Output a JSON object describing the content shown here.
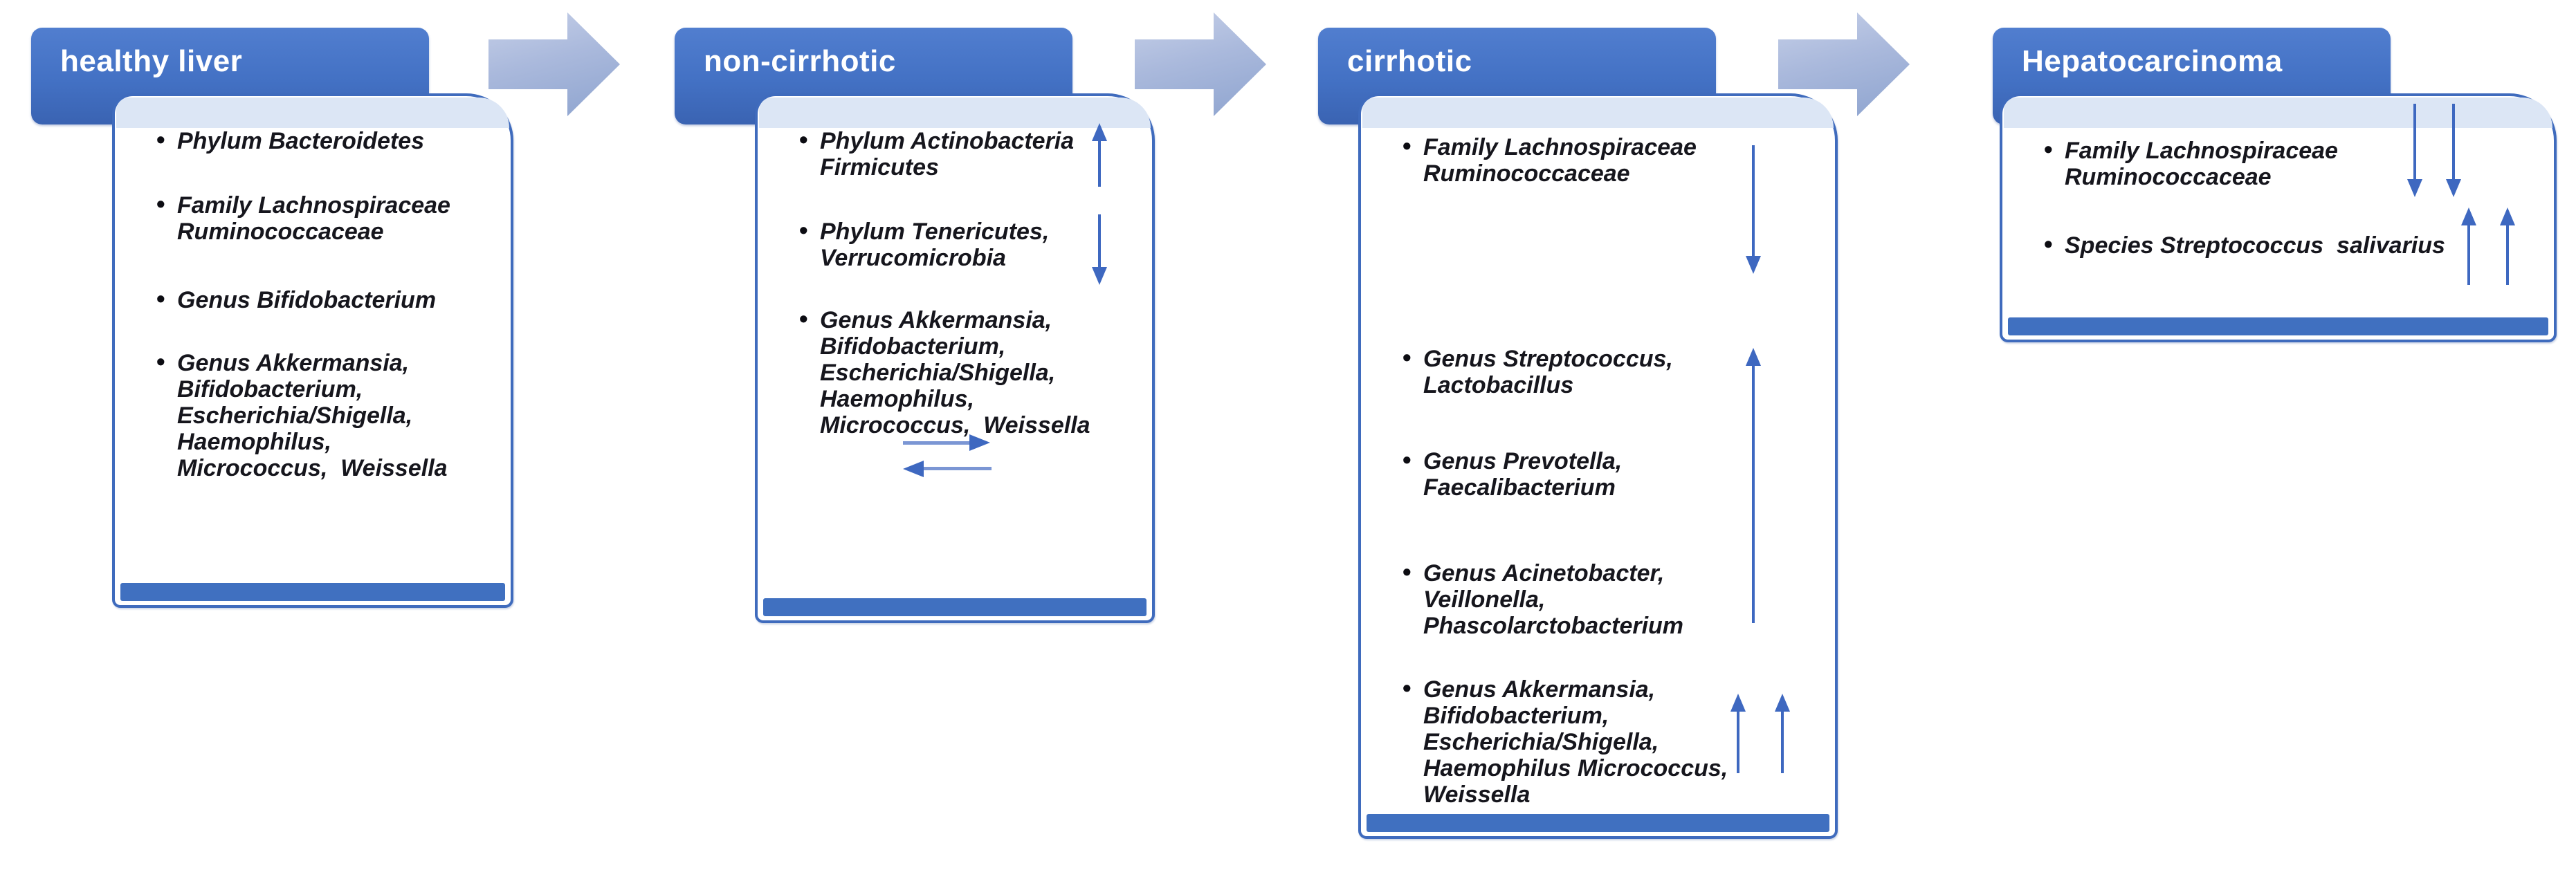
{
  "diagram": {
    "description_domain": "liver disease progression and gut microbiota changes",
    "background_color": "#ffffff",
    "accent_colors": {
      "header_blue": "#4371c4",
      "card_border_blue": "#3f6bbd",
      "card_tint_blue": "#dce6f5",
      "bottom_bar_blue": "#4070c0",
      "trend_arrow_blue": "#3e68c0",
      "connector_gray_blue": "#aab9dc",
      "bullet_text": "#16161d",
      "title_text": "#ffffff"
    }
  },
  "stages": [
    {
      "title": "healthy liver",
      "bullets": [
        {
          "text": "Phylum Bacteroidetes",
          "indicator": "none"
        },
        {
          "text": "Family Lachnospiraceae\nRuminococcaceae",
          "indicator": "none"
        },
        {
          "text": "Genus Bifidobacterium",
          "indicator": "none"
        },
        {
          "text": "Genus Akkermansia,\nBifidobacterium,\nEscherichia/Shigella,\nHaemophilus,\nMicrococcus,  Weissella",
          "indicator": "none"
        }
      ],
      "arrows": []
    },
    {
      "title": "non-cirrhotic",
      "bullets": [
        {
          "text": "Phylum Actinobacteria\nFirmicutes",
          "indicator": "increased"
        },
        {
          "text": "Phylum Tenericutes,\nVerrucomicrobia",
          "indicator": "decreased"
        },
        {
          "text": "Genus Akkermansia,\nBifidobacterium,\nEscherichia/Shigella,\nHaemophilus,\nMicrococcus,  Weissella",
          "indicator": "reversible"
        }
      ],
      "arrows": [
        {
          "icon": "up-arrow-icon",
          "meaning": "increased"
        },
        {
          "icon": "down-arrow-icon",
          "meaning": "decreased"
        },
        {
          "icon": "reversible-arrows-icon",
          "meaning": "bidirectional change"
        }
      ]
    },
    {
      "title": "cirrhotic",
      "bullets": [
        {
          "text": "Family Lachnospiraceae\nRuminococcaceae",
          "indicator": "decreased"
        },
        {
          "text": "Genus Streptococcus,\nLactobacillus",
          "indicator": "increased"
        },
        {
          "text": "Genus Prevotella,\nFaecalibacterium",
          "indicator": "increased"
        },
        {
          "text": "Genus Acinetobacter,\nVeillonella,\nPhascolarctobacterium",
          "indicator": "increased"
        },
        {
          "text": "Genus Akkermansia,\nBifidobacterium,\nEscherichia/Shigella,\nHaemophilus Micrococcus,\nWeissella",
          "indicator": "double-increased"
        }
      ],
      "arrows": [
        {
          "icon": "down-arrow-icon",
          "meaning": "decreased"
        },
        {
          "icon": "long-up-arrow-icon",
          "meaning": "increased (spans several genera)"
        },
        {
          "icon": "double-up-arrow-icon",
          "meaning": "strongly increased"
        }
      ]
    },
    {
      "title": "Hepatocarcinoma",
      "bullets": [
        {
          "text": "Family Lachnospiraceae\nRuminococcaceae",
          "indicator": "double-decreased"
        },
        {
          "text": "Species Streptococcus  salivarius",
          "indicator": "double-increased"
        }
      ],
      "arrows": [
        {
          "icon": "double-down-arrow-icon",
          "meaning": "strongly decreased"
        },
        {
          "icon": "double-up-arrow-icon",
          "meaning": "strongly increased"
        }
      ]
    }
  ],
  "connectors": [
    {
      "icon": "flow-arrow-icon",
      "from": "healthy liver",
      "to": "non-cirrhotic"
    },
    {
      "icon": "flow-arrow-icon",
      "from": "non-cirrhotic",
      "to": "cirrhotic"
    },
    {
      "icon": "flow-arrow-icon",
      "from": "cirrhotic",
      "to": "Hepatocarcinoma"
    }
  ]
}
